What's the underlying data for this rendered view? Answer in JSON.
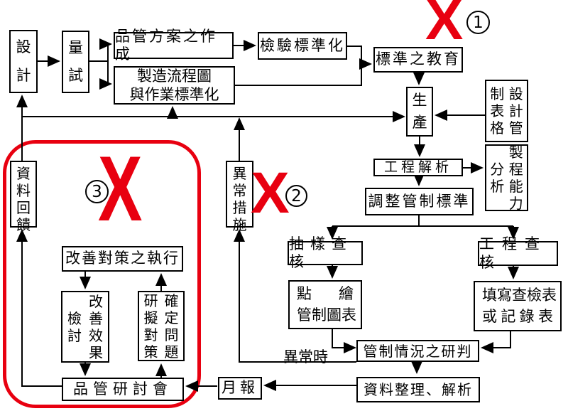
{
  "colors": {
    "red": "#e80010",
    "line": "#000000"
  },
  "annotations": {
    "x_glyph": "X",
    "circle_numbers": [
      "1",
      "2",
      "3"
    ]
  },
  "labels": {
    "abnormal_when": "異常時"
  },
  "nodes": {
    "design": "設計",
    "trial_run": "量試",
    "qc_plan": "品管方案之作成",
    "inspection_std": "檢驗標準化",
    "mfg_flow": [
      "製造流程圖",
      "與作業標準化"
    ],
    "std_education": "標準之教育",
    "production": "生產",
    "design_forms": [
      "設計管",
      "制表格"
    ],
    "process_capability": [
      "製程能力",
      "分析"
    ],
    "process_analysis": "工程解析",
    "adjust_std": "調整管制標準",
    "sampling_check": "抽樣查核",
    "process_check": "工程查核",
    "plot_charts": [
      "點繪",
      "管制圖表"
    ],
    "fill_forms": [
      "填寫查檢表",
      "或記錄表"
    ],
    "control_judge": "管制情況之研判",
    "data_analysis": "資料整理、解析",
    "monthly_report": "月報",
    "qc_meeting": "品管研討會",
    "data_feedback": "資料回饋",
    "abnormal_measures": "異常措施",
    "improvement_exec": "改善對策之執行",
    "review_effect": [
      "改善效果",
      "檢討"
    ],
    "define_problem": [
      "確定問題",
      "研擬對策"
    ]
  }
}
